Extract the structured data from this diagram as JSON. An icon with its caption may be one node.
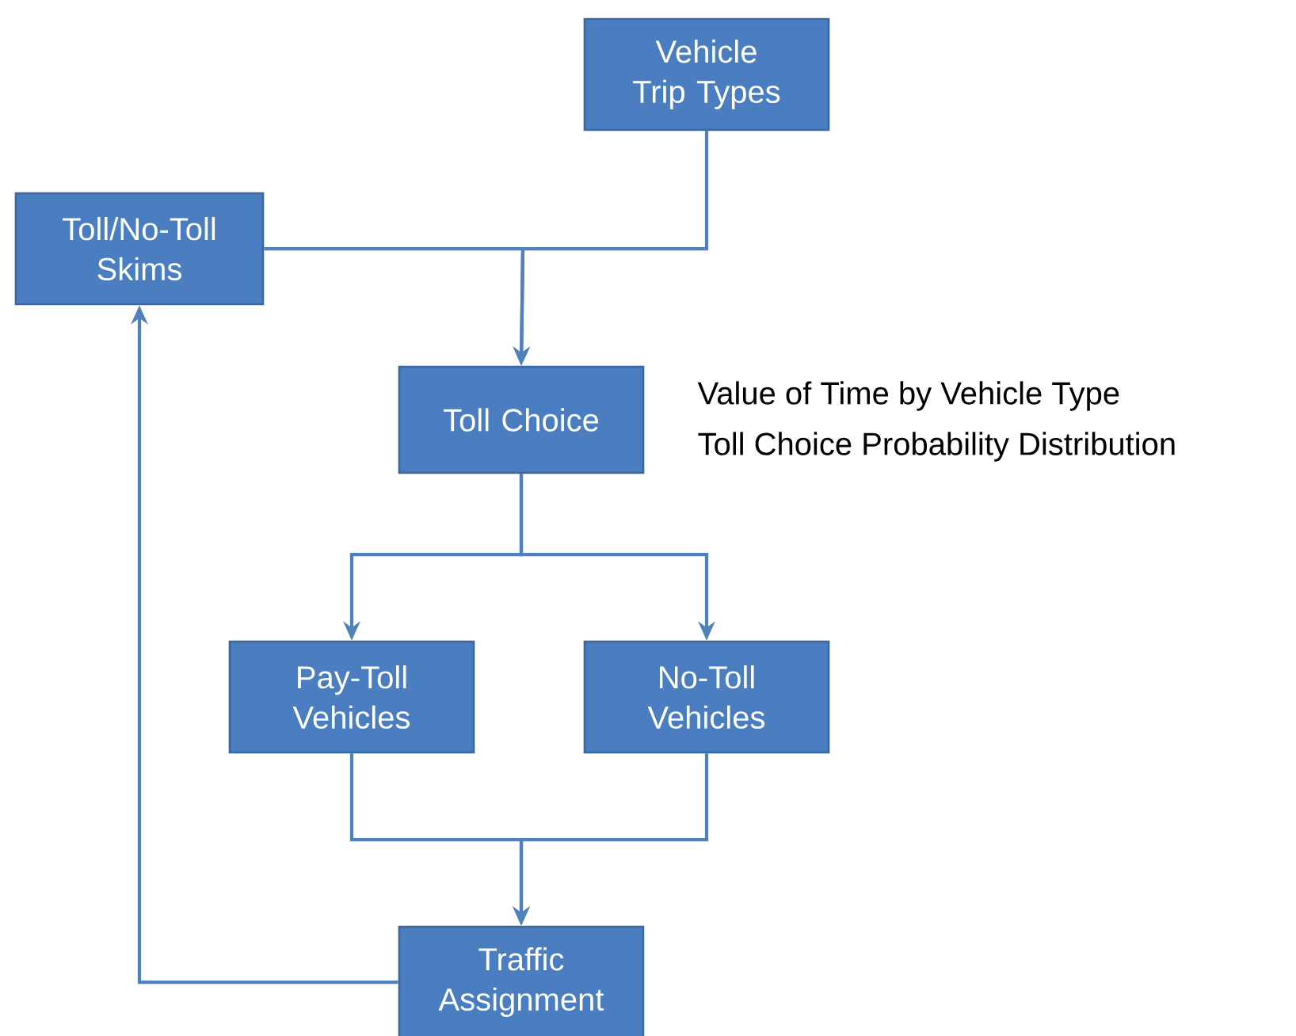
{
  "diagram": {
    "nodes": [
      {
        "text": [
          "Vehicle Trip Types"
        ]
      },
      {
        "text": [
          "Toll/No-Toll Skims"
        ]
      },
      {
        "text": [
          "Toll Choice"
        ]
      },
      {
        "text": [
          "Pay-Toll Vehicles"
        ]
      },
      {
        "text": [
          "No-Toll Vehicles"
        ]
      },
      {
        "text": [
          "Traffic Assignment"
        ]
      }
    ],
    "edges": [
      {
        "from": 0,
        "to": 2,
        "arrow": "to"
      },
      {
        "from": 1,
        "to": 2,
        "arrow": "to"
      },
      {
        "from": 2,
        "to": 3,
        "arrow": "to"
      },
      {
        "from": 2,
        "to": 4,
        "arrow": "to"
      },
      {
        "from": 3,
        "to": 5,
        "arrow": "to"
      },
      {
        "from": 4,
        "to": 5,
        "arrow": "to"
      },
      {
        "from": 5,
        "to": 1,
        "arrow": "to"
      }
    ],
    "labels": [
      "Value of Time by Vehicle Type",
      "Toll Choice Probability Distribution"
    ]
  }
}
